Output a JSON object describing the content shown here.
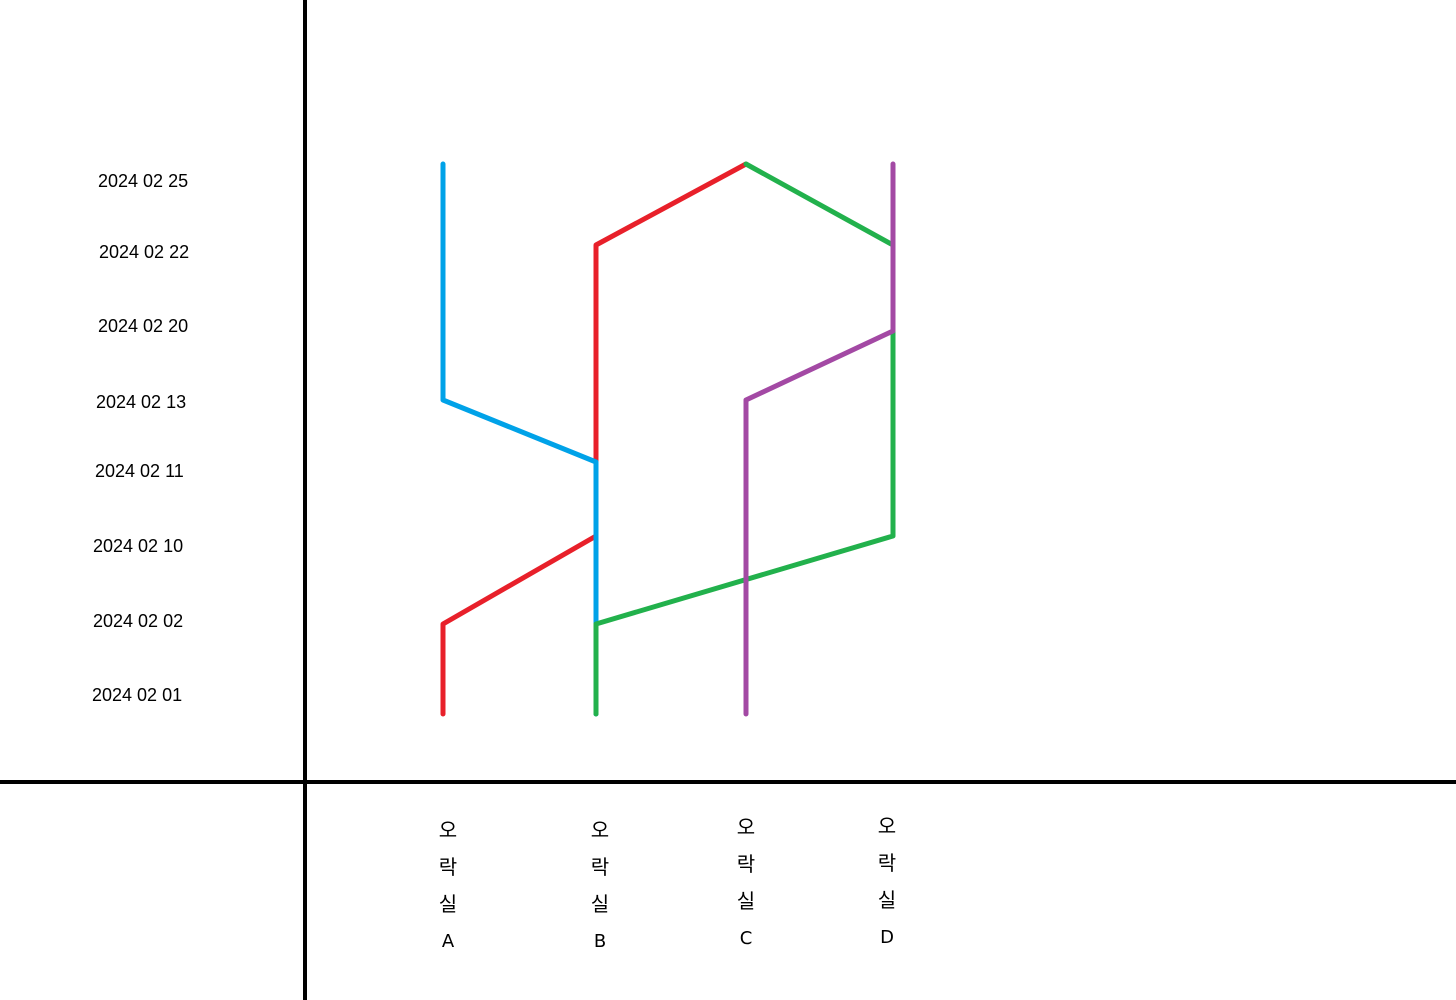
{
  "dates": [
    "2024 02 25",
    "2024 02 22",
    "2024 02 20",
    "2024 02 13",
    "2024 02 11",
    "2024 02 10",
    "2024 02 02",
    "2024 02 01"
  ],
  "rooms": [
    {
      "chars": [
        "오",
        "락",
        "실"
      ],
      "letter": "A"
    },
    {
      "chars": [
        "오",
        "락",
        "실"
      ],
      "letter": "B"
    },
    {
      "chars": [
        "오",
        "락",
        "실"
      ],
      "letter": "C"
    },
    {
      "chars": [
        "오",
        "락",
        "실"
      ],
      "letter": "D"
    }
  ],
  "paths": [
    {
      "color": "#e8202a",
      "points": [
        [
          "A",
          "2024 02 01"
        ],
        [
          "A",
          "2024 02 02"
        ],
        [
          "B",
          "2024 02 10"
        ],
        [
          "B",
          "2024 02 22"
        ],
        [
          "C",
          "2024 02 25"
        ]
      ]
    },
    {
      "color": "#00a2e8",
      "points": [
        [
          "A",
          "2024 02 25"
        ],
        [
          "A",
          "2024 02 13"
        ],
        [
          "B",
          "2024 02 11"
        ],
        [
          "B",
          "2024 02 01"
        ]
      ]
    },
    {
      "color": "#22b14c",
      "points": [
        [
          "B",
          "2024 02 01"
        ],
        [
          "B",
          "2024 02 02"
        ],
        [
          "D",
          "2024 02 10"
        ],
        [
          "D",
          "2024 02 22"
        ],
        [
          "C",
          "2024 02 25"
        ]
      ]
    },
    {
      "color": "#a349a4",
      "points": [
        [
          "C",
          "2024 02 01"
        ],
        [
          "C",
          "2024 02 13"
        ],
        [
          "D",
          "2024 02 20"
        ],
        [
          "D",
          "2024 02 25"
        ]
      ]
    }
  ]
}
